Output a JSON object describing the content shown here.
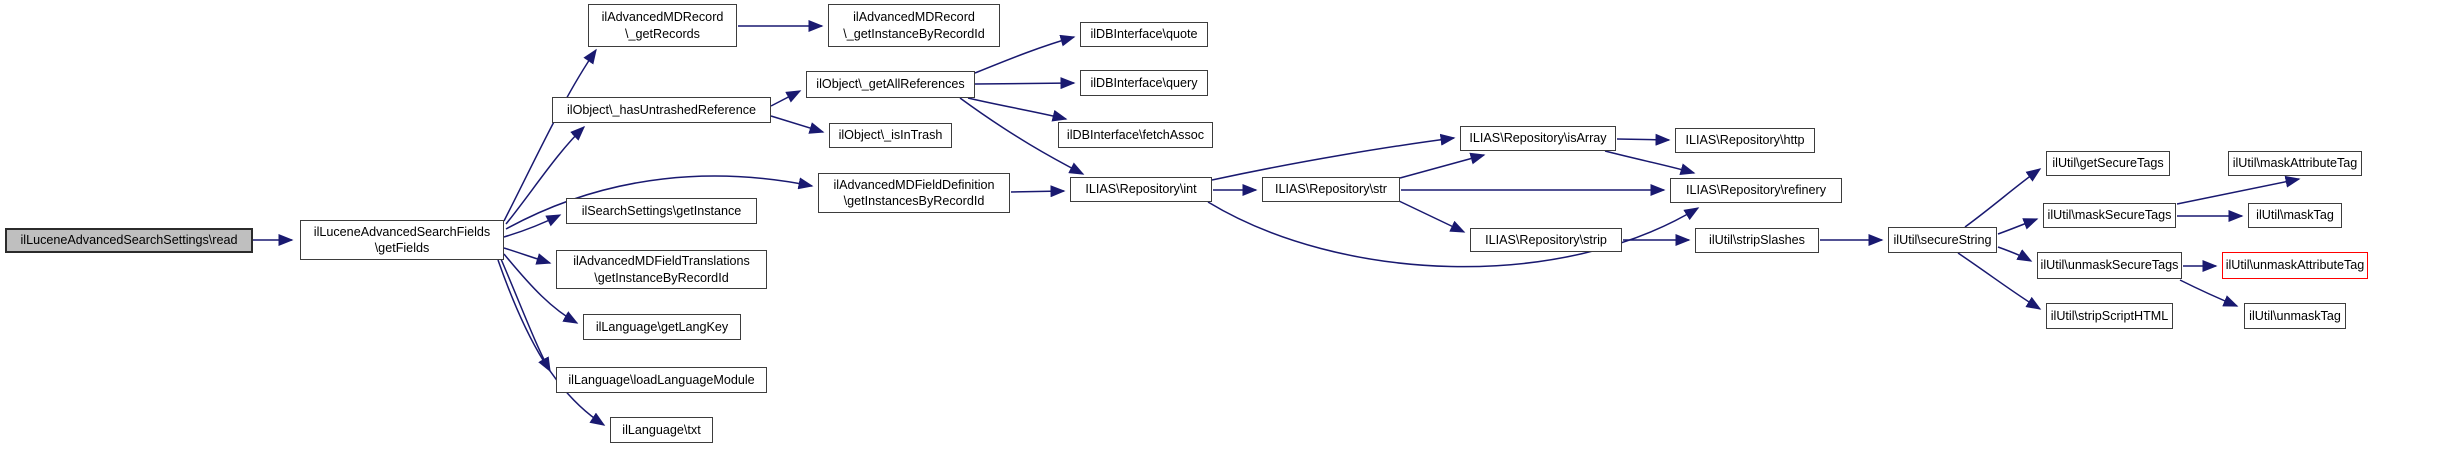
{
  "diagram": {
    "kind": "doxygen-call-graph",
    "colors": {
      "edge": "#191970",
      "node_border": "#3d3d3d",
      "root_fill": "#bfbfbf",
      "highlight_border": "#ff0000",
      "background": "#ffffff"
    },
    "nodes": [
      {
        "id": "read",
        "label": "ilLuceneAdvancedSearchSettings\\read",
        "lines": [
          "ilLuceneAdvancedSearchSettings\\read"
        ],
        "root": true
      },
      {
        "id": "getFields",
        "label": "ilLuceneAdvancedSearchFields\\getFields",
        "lines": [
          "ilLuceneAdvancedSearchFields",
          "\\getFields"
        ]
      },
      {
        "id": "getRecords",
        "label": "ilAdvancedMDRecord\\_getRecords",
        "lines": [
          "ilAdvancedMDRecord",
          "\\_getRecords"
        ]
      },
      {
        "id": "getInstanceByRecordId",
        "label": "ilAdvancedMDRecord\\_getInstanceByRecordId",
        "lines": [
          "ilAdvancedMDRecord",
          "\\_getInstanceByRecordId"
        ]
      },
      {
        "id": "hasUntrashedReference",
        "label": "ilObject\\_hasUntrashedReference",
        "lines": [
          "ilObject\\_hasUntrashedReference"
        ]
      },
      {
        "id": "getAllReferences",
        "label": "ilObject\\_getAllReferences",
        "lines": [
          "ilObject\\_getAllReferences"
        ]
      },
      {
        "id": "isInTrash",
        "label": "ilObject\\_isInTrash",
        "lines": [
          "ilObject\\_isInTrash"
        ]
      },
      {
        "id": "getInstancesByRecordId",
        "label": "ilAdvancedMDFieldDefinition\\getInstancesByRecordId",
        "lines": [
          "ilAdvancedMDFieldDefinition",
          "\\getInstancesByRecordId"
        ]
      },
      {
        "id": "getInstance",
        "label": "ilSearchSettings\\getInstance",
        "lines": [
          "ilSearchSettings\\getInstance"
        ]
      },
      {
        "id": "translationsGetInstanceByRecordId",
        "label": "ilAdvancedMDFieldTranslations\\getInstanceByRecordId",
        "lines": [
          "ilAdvancedMDFieldTranslations",
          "\\getInstanceByRecordId"
        ]
      },
      {
        "id": "getLangKey",
        "label": "ilLanguage\\getLangKey",
        "lines": [
          "ilLanguage\\getLangKey"
        ]
      },
      {
        "id": "loadLanguageModule",
        "label": "ilLanguage\\loadLanguageModule",
        "lines": [
          "ilLanguage\\loadLanguageModule"
        ]
      },
      {
        "id": "txt",
        "label": "ilLanguage\\txt",
        "lines": [
          "ilLanguage\\txt"
        ]
      },
      {
        "id": "quote",
        "label": "ilDBInterface\\quote",
        "lines": [
          "ilDBInterface\\quote"
        ]
      },
      {
        "id": "query",
        "label": "ilDBInterface\\query",
        "lines": [
          "ilDBInterface\\query"
        ]
      },
      {
        "id": "fetchAssoc",
        "label": "ilDBInterface\\fetchAssoc",
        "lines": [
          "ilDBInterface\\fetchAssoc"
        ]
      },
      {
        "id": "int",
        "label": "ILIAS\\Repository\\int",
        "lines": [
          "ILIAS\\Repository\\int"
        ]
      },
      {
        "id": "str",
        "label": "ILIAS\\Repository\\str",
        "lines": [
          "ILIAS\\Repository\\str"
        ]
      },
      {
        "id": "isArray",
        "label": "ILIAS\\Repository\\isArray",
        "lines": [
          "ILIAS\\Repository\\isArray"
        ]
      },
      {
        "id": "strip",
        "label": "ILIAS\\Repository\\strip",
        "lines": [
          "ILIAS\\Repository\\strip"
        ]
      },
      {
        "id": "http",
        "label": "ILIAS\\Repository\\http",
        "lines": [
          "ILIAS\\Repository\\http"
        ]
      },
      {
        "id": "refinery",
        "label": "ILIAS\\Repository\\refinery",
        "lines": [
          "ILIAS\\Repository\\refinery"
        ]
      },
      {
        "id": "stripSlashes",
        "label": "ilUtil\\stripSlashes",
        "lines": [
          "ilUtil\\stripSlashes"
        ]
      },
      {
        "id": "secureString",
        "label": "ilUtil\\secureString",
        "lines": [
          "ilUtil\\secureString"
        ]
      },
      {
        "id": "getSecureTags",
        "label": "ilUtil\\getSecureTags",
        "lines": [
          "ilUtil\\getSecureTags"
        ]
      },
      {
        "id": "maskSecureTags",
        "label": "ilUtil\\maskSecureTags",
        "lines": [
          "ilUtil\\maskSecureTags"
        ]
      },
      {
        "id": "unmaskSecureTags",
        "label": "ilUtil\\unmaskSecureTags",
        "lines": [
          "ilUtil\\unmaskSecureTags"
        ]
      },
      {
        "id": "stripScriptHTML",
        "label": "ilUtil\\stripScriptHTML",
        "lines": [
          "ilUtil\\stripScriptHTML"
        ]
      },
      {
        "id": "maskAttributeTag",
        "label": "ilUtil\\maskAttributeTag",
        "lines": [
          "ilUtil\\maskAttributeTag"
        ]
      },
      {
        "id": "maskTag",
        "label": "ilUtil\\maskTag",
        "lines": [
          "ilUtil\\maskTag"
        ]
      },
      {
        "id": "unmaskAttributeTag",
        "label": "ilUtil\\unmaskAttributeTag",
        "lines": [
          "ilUtil\\unmaskAttributeTag"
        ],
        "highlighted": true
      },
      {
        "id": "unmaskTag",
        "label": "ilUtil\\unmaskTag",
        "lines": [
          "ilUtil\\unmaskTag"
        ]
      }
    ],
    "edges": [
      {
        "from": "read",
        "to": "getFields"
      },
      {
        "from": "getFields",
        "to": "getRecords"
      },
      {
        "from": "getFields",
        "to": "hasUntrashedReference"
      },
      {
        "from": "getFields",
        "to": "getInstancesByRecordId"
      },
      {
        "from": "getFields",
        "to": "getInstance"
      },
      {
        "from": "getFields",
        "to": "translationsGetInstanceByRecordId"
      },
      {
        "from": "getFields",
        "to": "getLangKey"
      },
      {
        "from": "getFields",
        "to": "loadLanguageModule"
      },
      {
        "from": "getFields",
        "to": "txt"
      },
      {
        "from": "getRecords",
        "to": "getInstanceByRecordId"
      },
      {
        "from": "hasUntrashedReference",
        "to": "getAllReferences"
      },
      {
        "from": "hasUntrashedReference",
        "to": "isInTrash"
      },
      {
        "from": "getAllReferences",
        "to": "quote"
      },
      {
        "from": "getAllReferences",
        "to": "query"
      },
      {
        "from": "getAllReferences",
        "to": "fetchAssoc"
      },
      {
        "from": "getAllReferences",
        "to": "int"
      },
      {
        "from": "getInstancesByRecordId",
        "to": "int"
      },
      {
        "from": "int",
        "to": "isArray"
      },
      {
        "from": "int",
        "to": "str"
      },
      {
        "from": "int",
        "to": "refinery"
      },
      {
        "from": "str",
        "to": "isArray"
      },
      {
        "from": "str",
        "to": "refinery"
      },
      {
        "from": "str",
        "to": "strip"
      },
      {
        "from": "isArray",
        "to": "http"
      },
      {
        "from": "isArray",
        "to": "refinery"
      },
      {
        "from": "strip",
        "to": "stripSlashes"
      },
      {
        "from": "stripSlashes",
        "to": "secureString"
      },
      {
        "from": "secureString",
        "to": "getSecureTags"
      },
      {
        "from": "secureString",
        "to": "maskSecureTags"
      },
      {
        "from": "secureString",
        "to": "unmaskSecureTags"
      },
      {
        "from": "secureString",
        "to": "stripScriptHTML"
      },
      {
        "from": "maskSecureTags",
        "to": "maskAttributeTag"
      },
      {
        "from": "maskSecureTags",
        "to": "maskTag"
      },
      {
        "from": "unmaskSecureTags",
        "to": "unmaskAttributeTag"
      },
      {
        "from": "unmaskSecureTags",
        "to": "unmaskTag"
      }
    ]
  }
}
